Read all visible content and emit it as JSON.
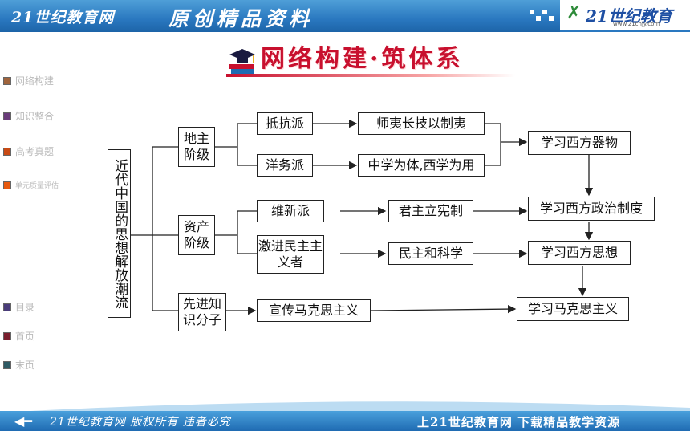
{
  "header": {
    "brand": "21世纪教育网",
    "slogan": "原创精品资料",
    "logo_text": "21世纪教育",
    "logo_sub": "www.21cnjy.com"
  },
  "title": {
    "text": "网络构建·筑体系"
  },
  "nav": {
    "items": [
      {
        "label": "网络构建",
        "color": "#a0643c"
      },
      {
        "label": "知识整合",
        "color": "#6a3c7a"
      },
      {
        "label": "高考真题",
        "color": "#c84a14"
      },
      {
        "label": "单元质量评估",
        "color": "#e85a10"
      },
      {
        "label": "目录",
        "color": "#4a3c7a"
      },
      {
        "label": "首页",
        "color": "#7a1e2e"
      },
      {
        "label": "末页",
        "color": "#2e5a64"
      }
    ]
  },
  "diagram": {
    "root": "近代中国的思想解放潮流",
    "groups": {
      "landlord": "地主阶级",
      "bourgeois": "资产阶级",
      "intellectual": "先进知识分子"
    },
    "factions": {
      "resist": "抵抗派",
      "westernization": "洋务派",
      "reform": "维新派",
      "radical": "激进民主主义者"
    },
    "ideas": {
      "resist": "师夷长技以制夷",
      "westernization": "中学为体,西学为用",
      "reform": "君主立宪制",
      "radical": "民主和科学",
      "marxism_spread": "宣传马克思主义"
    },
    "stages": {
      "s1": "学习西方器物",
      "s2": "学习西方政治制度",
      "s3": "学习西方思想",
      "s4": "学习马克思主义"
    }
  },
  "footer": {
    "back_icon": "back-arrow-icon",
    "copyright": "21世纪教育网  版权所有  违者必究",
    "download": "上21世纪教育网  下载精品教学资源"
  }
}
